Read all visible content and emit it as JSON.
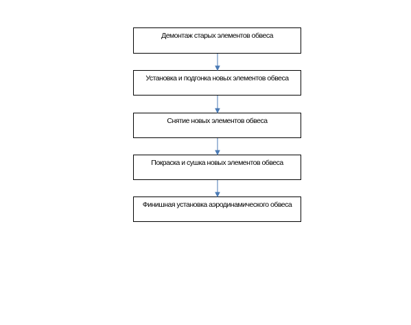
{
  "steps": [
    {
      "label": "Демонтаж старых элементов обвеса"
    },
    {
      "label": "Установка и подгонка новых элементов обвеса"
    },
    {
      "label": "Снятие новых элементов обвеса"
    },
    {
      "label": "Покраска и сушка новых элементов обвеса"
    },
    {
      "label": "Финишная установка аэродинамического обвеса"
    }
  ],
  "colors": {
    "box_border": "#000000",
    "arrow": "#4a7ab5"
  }
}
